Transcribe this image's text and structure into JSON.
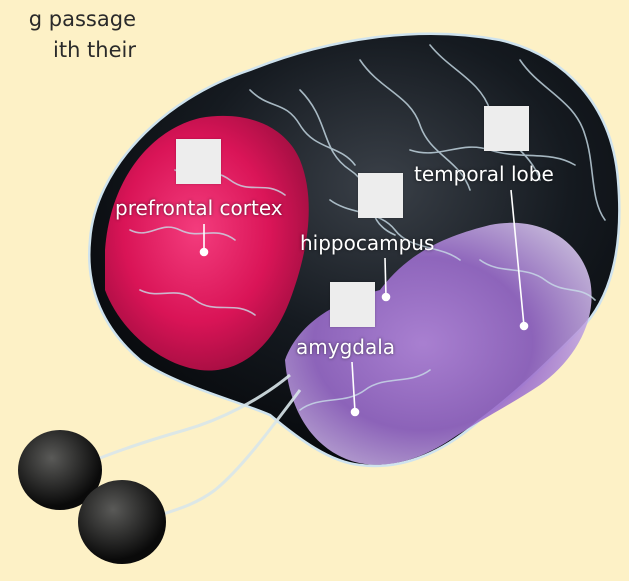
{
  "passage": {
    "line1": "g passage",
    "line2": "ith their"
  },
  "labels": {
    "prefrontal_cortex": "prefrontal cortex",
    "hippocampus": "hippocampus",
    "temporal_lobe": "temporal lobe",
    "amygdala": "amygdala"
  },
  "colors": {
    "background": "#fdf1c6",
    "brain_dark": "#101418",
    "prefrontal": "#e8185e",
    "limbic": "#a678d4",
    "label_box": "#ededed"
  }
}
